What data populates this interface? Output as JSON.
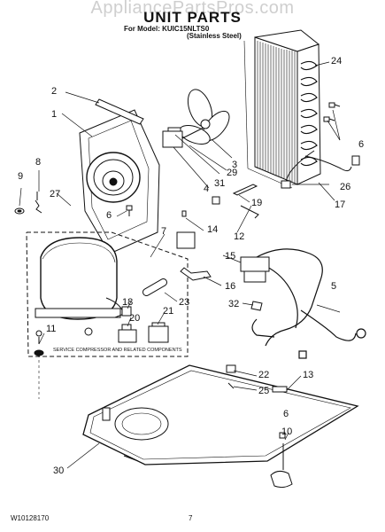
{
  "header": {
    "watermark": "AppliancePartsPros.com",
    "title": "UNIT PARTS",
    "model_line": "For Model: KUIC15NLTS0",
    "finish_line": "(Stainless Steel)"
  },
  "footer": {
    "doc_number": "W10128170",
    "page_number": "7"
  },
  "callouts": {
    "c1": "1",
    "c2": "2",
    "c3": "3",
    "c4": "4",
    "c5": "5",
    "c6": "6",
    "c7": "7",
    "c8": "8",
    "c9": "9",
    "c10": "10",
    "c11": "11",
    "c12": "12",
    "c13": "13",
    "c14": "14",
    "c15": "15",
    "c16": "16",
    "c17": "17",
    "c18": "18",
    "c19": "19",
    "c20": "20",
    "c21": "21",
    "c22": "22",
    "c23": "23",
    "c24": "24",
    "c25": "25",
    "c26": "26",
    "c27": "27",
    "c29": "29",
    "c30": "30",
    "c31": "31",
    "c32": "32"
  },
  "note": "SERVICE COMPRESSOR AND RELATED COMPONENTS"
}
